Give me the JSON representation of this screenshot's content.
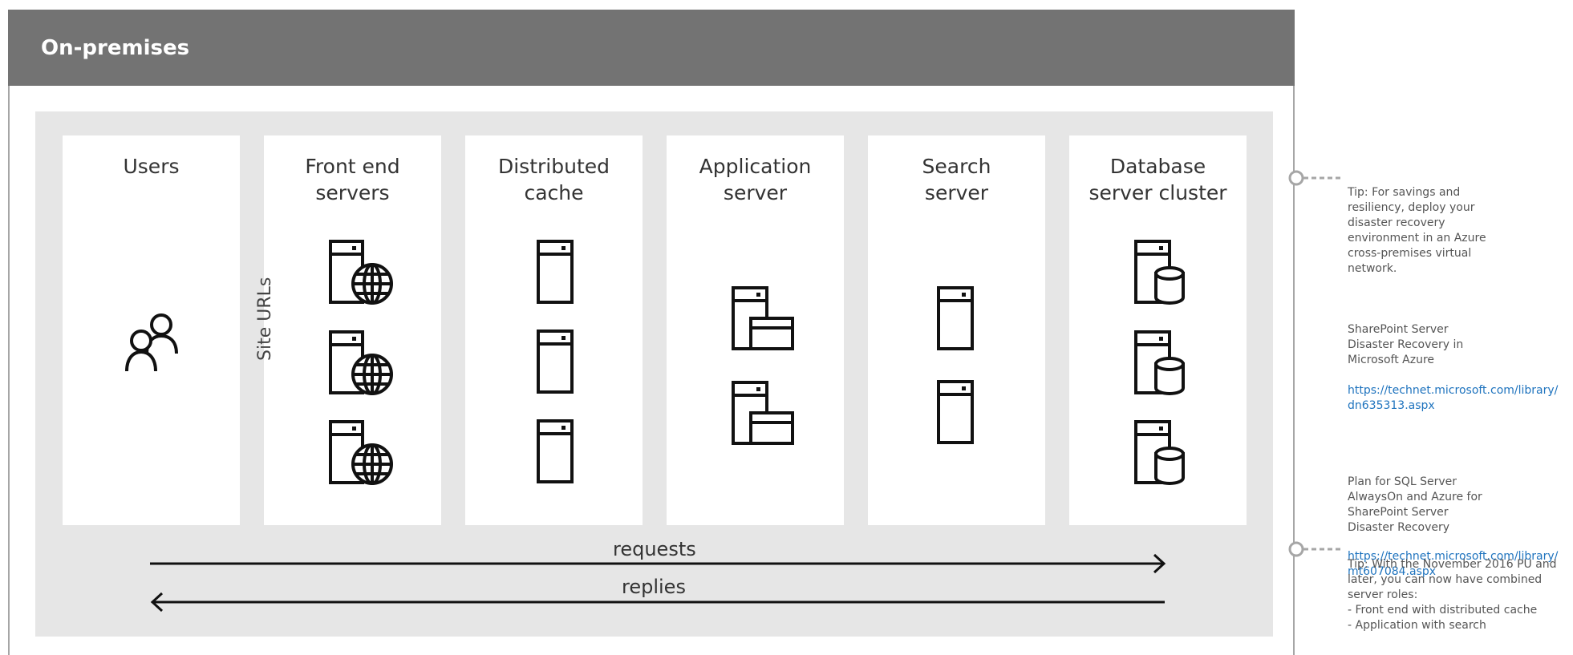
{
  "header": {
    "title": "On-premises"
  },
  "columns": [
    {
      "title": "Users",
      "icon": "users-icon"
    },
    {
      "title": "Front end\nservers",
      "icon": "web-server-icon"
    },
    {
      "title": "Distributed\ncache",
      "icon": "server-icon"
    },
    {
      "title": "Application\nserver",
      "icon": "app-server-icon"
    },
    {
      "title": "Search\nserver",
      "icon": "server-icon"
    },
    {
      "title": "Database\nserver cluster",
      "icon": "database-server-icon"
    }
  ],
  "site_urls": "Site URLs",
  "arrows": {
    "requests": "requests",
    "replies": "replies"
  },
  "tips": {
    "tip1": {
      "text": "Tip: For savings and\nresiliency, deploy your\ndisaster recovery\nenvironment in an Azure\ncross-premises virtual\nnetwork.",
      "ref1_title": "SharePoint Server\nDisaster Recovery in\nMicrosoft Azure",
      "ref1_link": "https://technet.microsoft.com/library/\ndn635313.aspx",
      "ref2_title": "Plan for SQL Server\nAlwaysOn and Azure for\nSharePoint Server\nDisaster Recovery",
      "ref2_link": "https://technet.microsoft.com/library/\nmt607084.aspx"
    },
    "tip2": {
      "text": "Tip: With the November 2016 PU and\nlater, you can now have combined\nserver roles:\n- Front end with distributed cache\n- Application with search"
    }
  },
  "colors": {
    "header": "#737373",
    "panel": "#e6e6e6",
    "link": "#1e73be",
    "divider": "#a6a6a6"
  }
}
